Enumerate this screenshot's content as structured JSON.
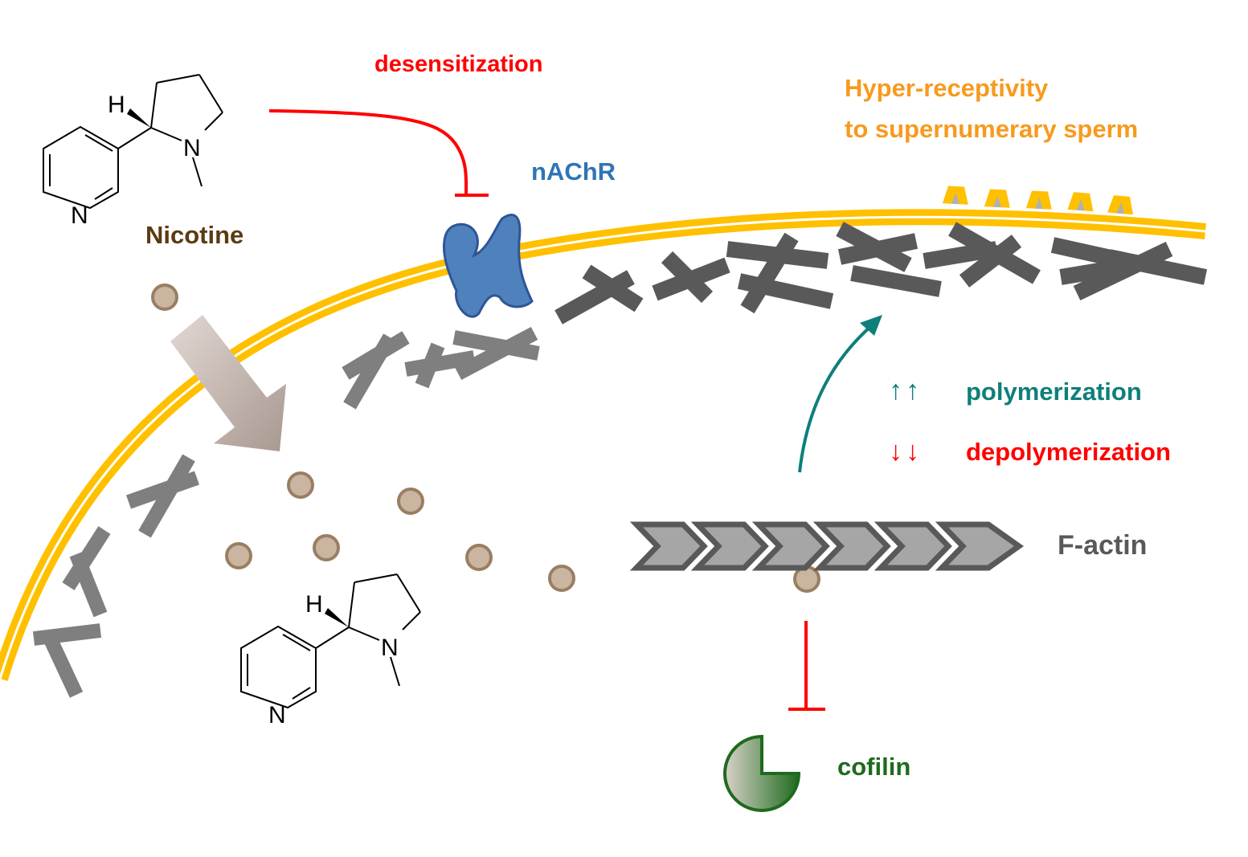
{
  "labels": {
    "desensitization": "desensitization",
    "nicotine": "Nicotine",
    "nachr": "nAChR",
    "hyper_receptivity_line1": "Hyper-receptivity",
    "hyper_receptivity_line2": "to supernumerary sperm",
    "polymerization": "polymerization",
    "depolymerization": "depolymerization",
    "f_actin": "F-actin",
    "cofilin": "cofilin"
  },
  "arrows": {
    "polymerization_glyph": "↑↑",
    "depolymerization_glyph": "↓↓"
  },
  "atoms": {
    "hydrogen": "H",
    "nitrogen": "N"
  },
  "colors": {
    "membrane": "#FFC000",
    "inhibition": "#FF0000",
    "activation": "#0E7F7A",
    "receptor": "#4F81BD",
    "receptor_outline": "#2F5597",
    "actin": "#595959",
    "nicotine_particle": "#C9B5A0",
    "nicotine_label": "#5C3A12",
    "hyper_label": "#F79A1E",
    "cofilin": "#1E6B1E",
    "f_actin_label": "#595959"
  },
  "icons": {
    "receptor": "nachr-receptor-icon",
    "cofilin": "cofilin-pie-icon",
    "entry": "nicotine-entry-arrow-icon"
  }
}
